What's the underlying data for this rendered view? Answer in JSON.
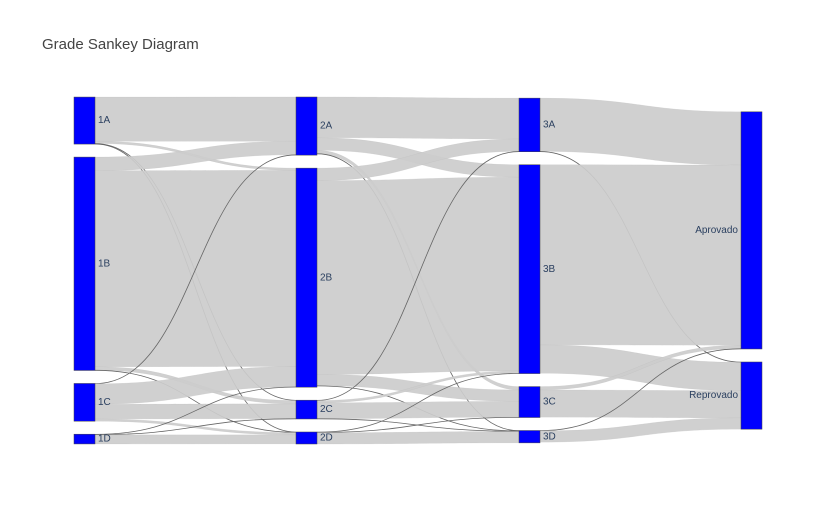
{
  "chart_data": {
    "type": "sankey",
    "title": "Grade Sankey Diagram",
    "node_color": "#0000ff",
    "link_color": "#cccccc",
    "nodes": [
      {
        "id": "1A",
        "label": "1A",
        "column": 0
      },
      {
        "id": "1B",
        "label": "1B",
        "column": 0
      },
      {
        "id": "1C",
        "label": "1C",
        "column": 0
      },
      {
        "id": "1D",
        "label": "1D",
        "column": 0
      },
      {
        "id": "2A",
        "label": "2A",
        "column": 1
      },
      {
        "id": "2B",
        "label": "2B",
        "column": 1
      },
      {
        "id": "2C",
        "label": "2C",
        "column": 1
      },
      {
        "id": "2D",
        "label": "2D",
        "column": 1
      },
      {
        "id": "3A",
        "label": "3A",
        "column": 2
      },
      {
        "id": "3B",
        "label": "3B",
        "column": 2
      },
      {
        "id": "3C",
        "label": "3C",
        "column": 2
      },
      {
        "id": "3D",
        "label": "3D",
        "column": 2
      },
      {
        "id": "Aprovado",
        "label": "Aprovado",
        "column": 3
      },
      {
        "id": "Reprovado",
        "label": "Reprovado",
        "column": 3
      }
    ],
    "links": [
      {
        "source": "1A",
        "target": "2A",
        "value": 39
      },
      {
        "source": "1A",
        "target": "2B",
        "value": 2
      },
      {
        "source": "1A",
        "target": "2C",
        "value": 0.3
      },
      {
        "source": "1A",
        "target": "2D",
        "value": 0.2
      },
      {
        "source": "1B",
        "target": "2A",
        "value": 12
      },
      {
        "source": "1B",
        "target": "2B",
        "value": 173
      },
      {
        "source": "1B",
        "target": "2C",
        "value": 3
      },
      {
        "source": "1B",
        "target": "2D",
        "value": 0.3
      },
      {
        "source": "1C",
        "target": "2A",
        "value": 0.3
      },
      {
        "source": "1C",
        "target": "2B",
        "value": 18
      },
      {
        "source": "1C",
        "target": "2C",
        "value": 13
      },
      {
        "source": "1C",
        "target": "2D",
        "value": 2
      },
      {
        "source": "1D",
        "target": "2B",
        "value": 0.3
      },
      {
        "source": "1D",
        "target": "2C",
        "value": 0.3
      },
      {
        "source": "1D",
        "target": "2D",
        "value": 8
      },
      {
        "source": "2A",
        "target": "3A",
        "value": 36
      },
      {
        "source": "2A",
        "target": "3B",
        "value": 11
      },
      {
        "source": "2A",
        "target": "3C",
        "value": 3
      },
      {
        "source": "2A",
        "target": "3D",
        "value": 0.3
      },
      {
        "source": "2B",
        "target": "3A",
        "value": 11
      },
      {
        "source": "2B",
        "target": "3B",
        "value": 171
      },
      {
        "source": "2B",
        "target": "3C",
        "value": 10
      },
      {
        "source": "2B",
        "target": "3D",
        "value": 0.3
      },
      {
        "source": "2C",
        "target": "3A",
        "value": 0.3
      },
      {
        "source": "2C",
        "target": "3B",
        "value": 2
      },
      {
        "source": "2C",
        "target": "3C",
        "value": 14
      },
      {
        "source": "2C",
        "target": "3D",
        "value": 0.3
      },
      {
        "source": "2D",
        "target": "3B",
        "value": 0.3
      },
      {
        "source": "2D",
        "target": "3C",
        "value": 0.3
      },
      {
        "source": "2D",
        "target": "3D",
        "value": 10
      },
      {
        "source": "3A",
        "target": "Aprovado",
        "value": 47
      },
      {
        "source": "3A",
        "target": "Reprovado",
        "value": 0.3
      },
      {
        "source": "3B",
        "target": "Aprovado",
        "value": 159
      },
      {
        "source": "3B",
        "target": "Reprovado",
        "value": 25
      },
      {
        "source": "3C",
        "target": "Aprovado",
        "value": 3
      },
      {
        "source": "3C",
        "target": "Reprovado",
        "value": 24
      },
      {
        "source": "3D",
        "target": "Aprovado",
        "value": 0.3
      },
      {
        "source": "3D",
        "target": "Reprovado",
        "value": 10
      }
    ]
  }
}
